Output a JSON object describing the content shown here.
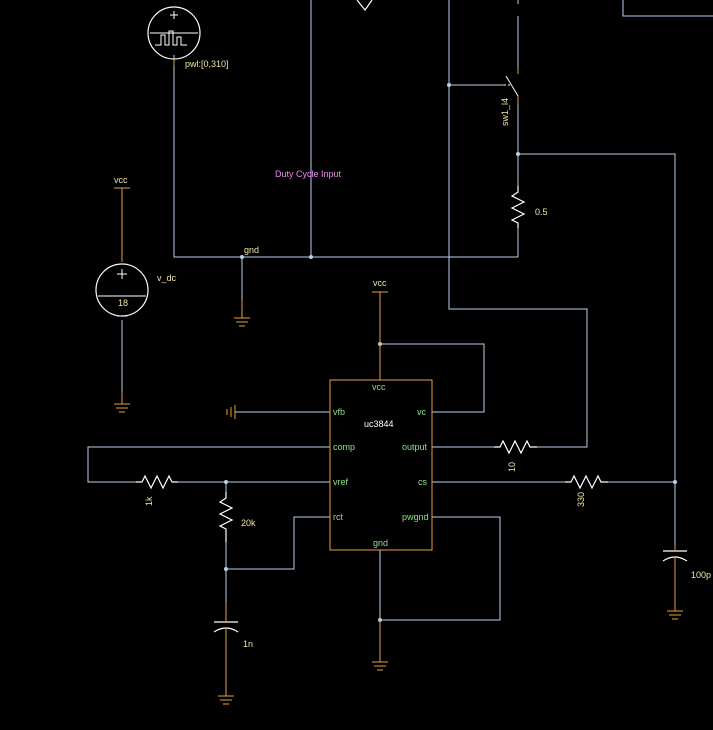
{
  "schematic": {
    "annotation": "Duty Cycle Input",
    "pwl_source": {
      "label": "pwl:[0,310]"
    },
    "dc_source": {
      "name": "v_dc",
      "value": "18"
    },
    "vcc_label_left": "vcc",
    "vcc_label_ic": "vcc",
    "gnd_net_label": "gnd",
    "switch": {
      "name": "sw1_l4"
    },
    "resistors": {
      "r_sense": "0.5",
      "r_out": "10",
      "r_cs": "330",
      "r_comp": "1k",
      "r_rt": "20k"
    },
    "capacitors": {
      "c_ct": "1n",
      "c_cs": "100p"
    },
    "ic": {
      "name": "uc3844",
      "pins": {
        "vcc": "vcc",
        "vfb": "vfb",
        "vc": "vc",
        "comp": "comp",
        "output": "output",
        "vref": "vref",
        "cs": "cs",
        "rct": "rct",
        "pwgnd": "pwgnd",
        "gnd": "gnd"
      }
    }
  }
}
